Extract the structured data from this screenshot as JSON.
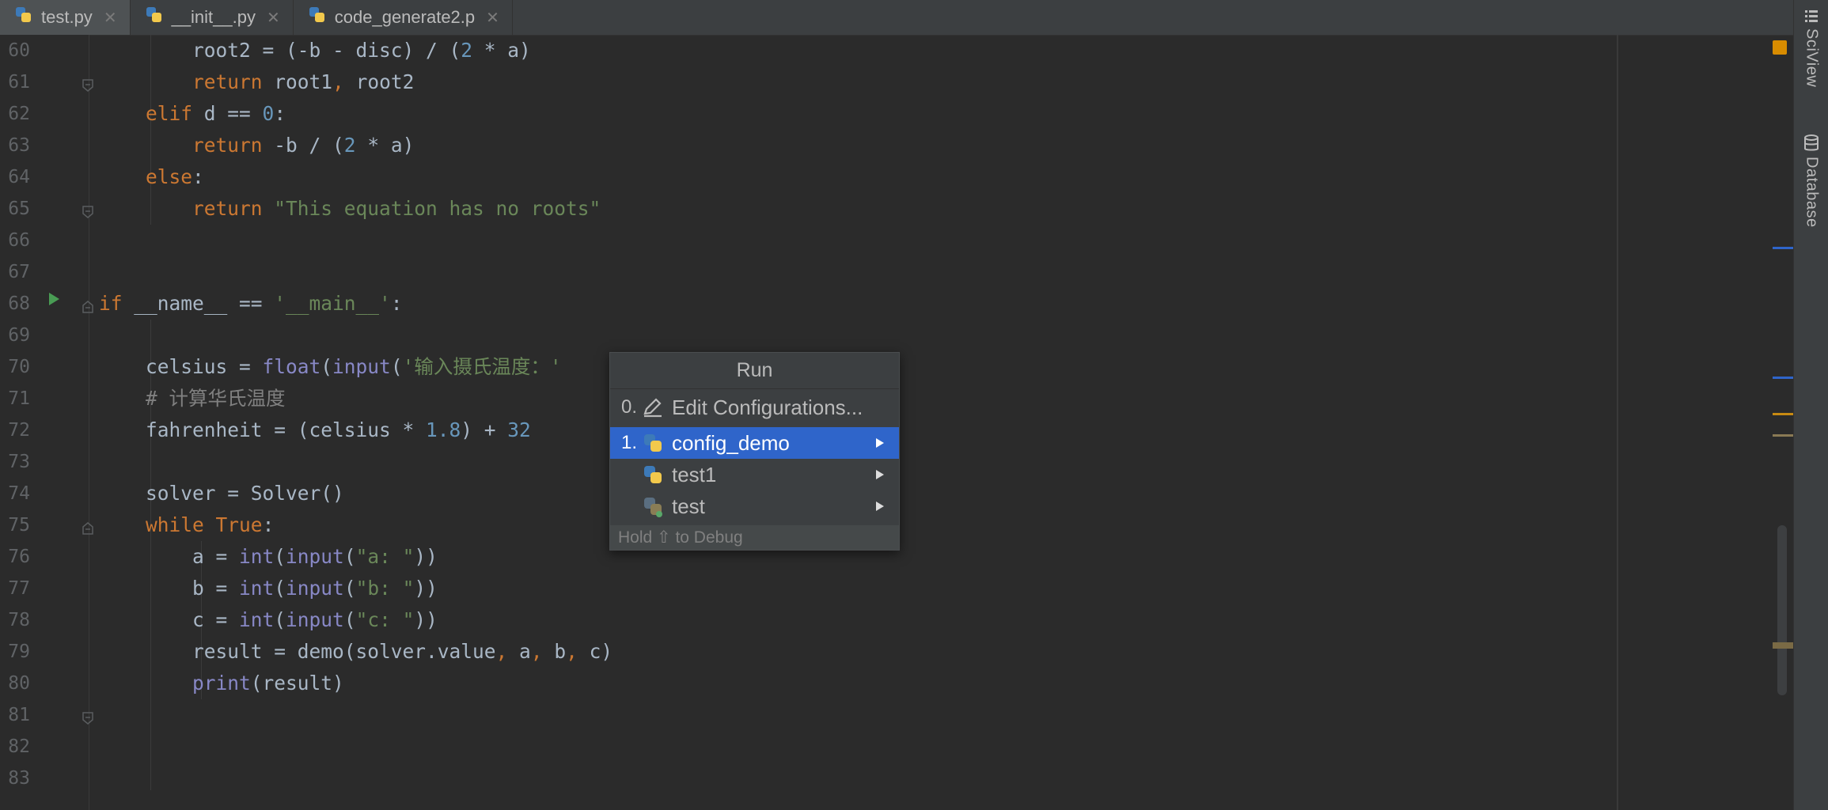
{
  "tabs": [
    {
      "label": "test.py",
      "active": true
    },
    {
      "label": "__init__.py",
      "active": false
    },
    {
      "label": "code_generate2.p",
      "active": false
    }
  ],
  "editor": {
    "line_numbers": [
      "60",
      "61",
      "62",
      "63",
      "64",
      "65",
      "66",
      "67",
      "68",
      "69",
      "70",
      "71",
      "72",
      "73",
      "74",
      "75",
      "76",
      "77",
      "78",
      "79",
      "80",
      "81",
      "82",
      "83"
    ]
  },
  "popup": {
    "title": "Run",
    "edit_num": "0.",
    "edit_label": "Edit Configurations...",
    "items": [
      {
        "num": "1.",
        "label": "config_demo",
        "selected": true
      },
      {
        "num": "",
        "label": "test1",
        "selected": false
      },
      {
        "num": "",
        "label": "test",
        "selected": false
      }
    ],
    "footer": "Hold ⇧ to Debug"
  },
  "right_toolbar": {
    "sciview": "SciView",
    "database": "Database"
  },
  "colors": {
    "background": "#2b2b2b",
    "keyword": "#cc7832",
    "string": "#6a8759",
    "number": "#6897bb",
    "builtin": "#8888c6",
    "selection": "#2f65ca"
  }
}
